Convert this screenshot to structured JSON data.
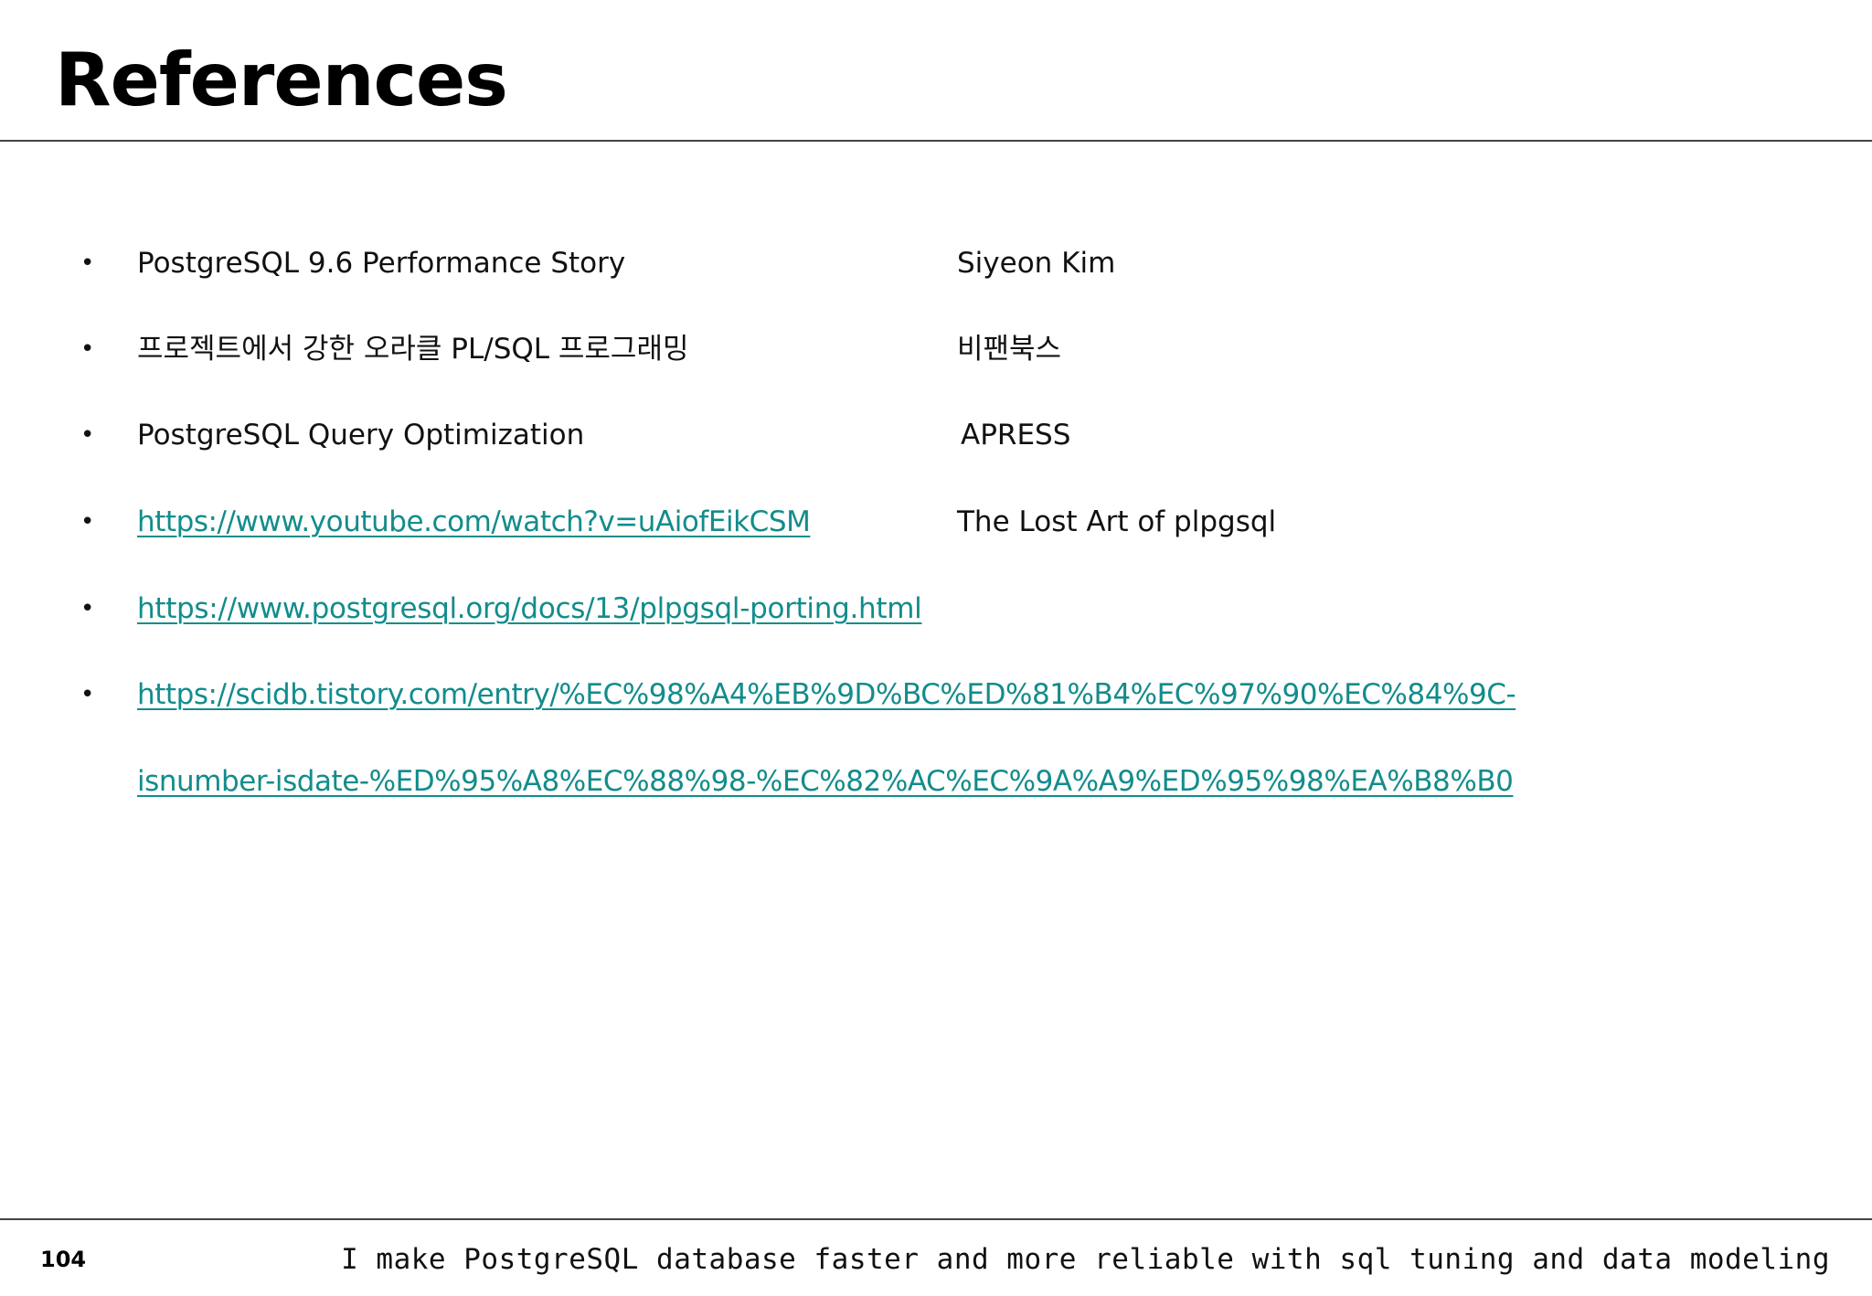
{
  "slide": {
    "title": "References",
    "page_number": "104",
    "footer_tagline": "I make PostgreSQL database faster and more reliable with sql tuning and data modeling"
  },
  "references": [
    {
      "bullet": "•",
      "title": "PostgreSQL 9.6 Performance Story",
      "source": "Siyeon Kim"
    },
    {
      "bullet": "•",
      "title": "프로젝트에서 강한 오라클 PL/SQL 프로그래밍",
      "source": "비팬북스"
    },
    {
      "bullet": "•",
      "title": "PostgreSQL Query Optimization",
      "source": "APRESS"
    },
    {
      "bullet": "•",
      "link": "https://www.youtube.com/watch?v=uAiofEikCSM",
      "source": "The Lost Art of plpgsql"
    },
    {
      "bullet": "•",
      "link": "https://www.postgresql.org/docs/13/plpgsql-porting.html"
    },
    {
      "bullet": "•",
      "link_line1": "https://scidb.tistory.com/entry/%EC%98%A4%EB%9D%BC%ED%81%B4%EC%97%90%EC%84%9C-",
      "link_line2": "isnumber-isdate-%ED%95%A8%EC%88%98-%EC%82%AC%EC%9A%A9%ED%95%98%EA%B8%B0"
    }
  ],
  "colors": {
    "link": "#138c8c",
    "text": "#111111",
    "rule": "#444444"
  }
}
